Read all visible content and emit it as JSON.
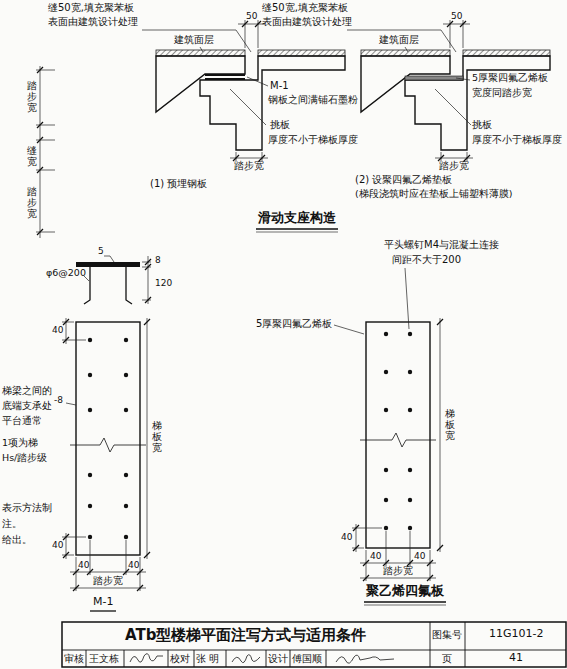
{
  "diagram": {
    "title": "ATb型楼梯平面注写方式与适用条件",
    "labels": [
      "缝50宽,填充聚苯板",
      "表面由建筑设计处理",
      "50",
      "建筑面层",
      "M-1",
      "钢板之间满铺石墨粉",
      "挑板",
      "厚度不小于梯板厚度",
      "踏步宽",
      "(1) 预埋钢板",
      "缝50宽,填充聚苯板",
      "表面由建筑设计处理",
      "50",
      "建筑面层",
      "5厚聚四氟乙烯板",
      "宽度同踏步宽",
      "挑板",
      "厚度不小于梯板厚度",
      "踏步宽",
      "(2) 设聚四氟乙烯垫板",
      "(梯段浇筑时应在垫板上铺塑料薄膜)",
      "滑动支座构造",
      "平头螺钉M4与混凝土连接",
      "间距不大于200",
      "5",
      "8",
      "φ6@200",
      "120",
      "40",
      "-8",
      "梯板宽",
      "40",
      "40",
      "40",
      "踏步宽",
      "M-1",
      "5厚聚四氟乙烯板",
      "梯板宽",
      "40",
      "40",
      "40",
      "踏步宽",
      "聚乙烯四氟板",
      "踏步宽",
      "缝宽",
      "踏步宽",
      "梯梁之间的",
      "底端支承处",
      "平台通常",
      "1项为梯",
      "Hs/踏步级",
      "表示方法制",
      "注。",
      "给出。",
      "图集号",
      "11G101-2",
      "审核",
      "王文栋",
      "校对",
      "张 明",
      "设计",
      "傅国顺",
      "页",
      "41"
    ]
  }
}
